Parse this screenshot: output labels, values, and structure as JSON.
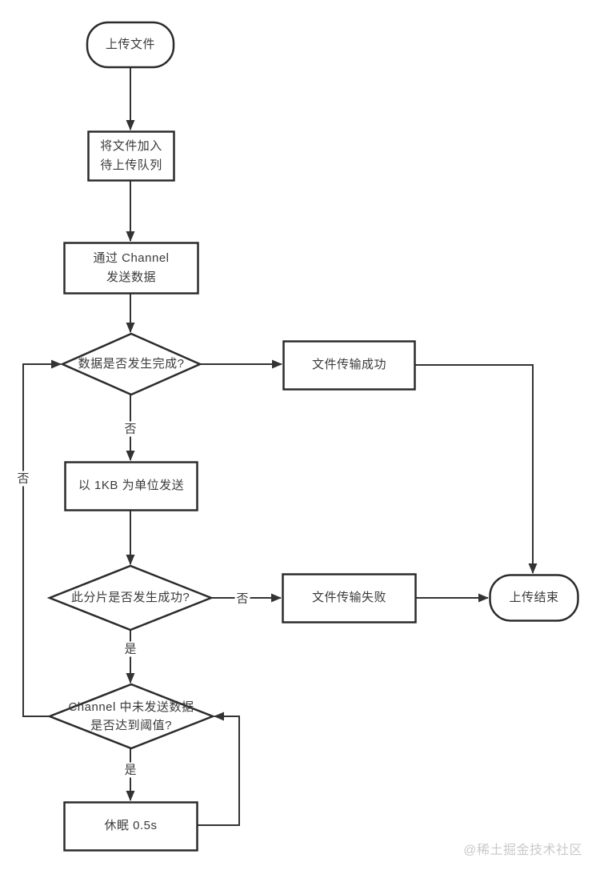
{
  "diagram": {
    "nodes": {
      "start": {
        "label": "上传文件"
      },
      "enqueue": {
        "lines": [
          "将文件加入",
          "待上传队列"
        ]
      },
      "send_via_channel": {
        "lines": [
          "通过 Channel",
          "发送数据"
        ]
      },
      "data_sent_complete": {
        "label": "数据是否发生完成?"
      },
      "transfer_success": {
        "label": "文件传输成功"
      },
      "send_1kb": {
        "label": "以 1KB 为单位发送"
      },
      "chunk_success": {
        "label": "此分片是否发生成功?"
      },
      "transfer_fail": {
        "label": "文件传输失败"
      },
      "upload_end": {
        "label": "上传结束"
      },
      "channel_threshold": {
        "lines": [
          "Channel 中未发送数据",
          "是否达到阈值?"
        ]
      },
      "sleep": {
        "label": "休眠 0.5s"
      }
    },
    "edge_labels": {
      "complete_no": "否",
      "chunk_no": "否",
      "threshold_no": "否",
      "chunk_yes": "是",
      "threshold_yes": "是"
    },
    "watermark": "@稀土掘金技术社区",
    "colors": {
      "line": "#333333",
      "node_border": "#2b2b2b",
      "text": "#3a3a3a",
      "watermark": "#c9c9c9",
      "background": "#ffffff"
    }
  }
}
